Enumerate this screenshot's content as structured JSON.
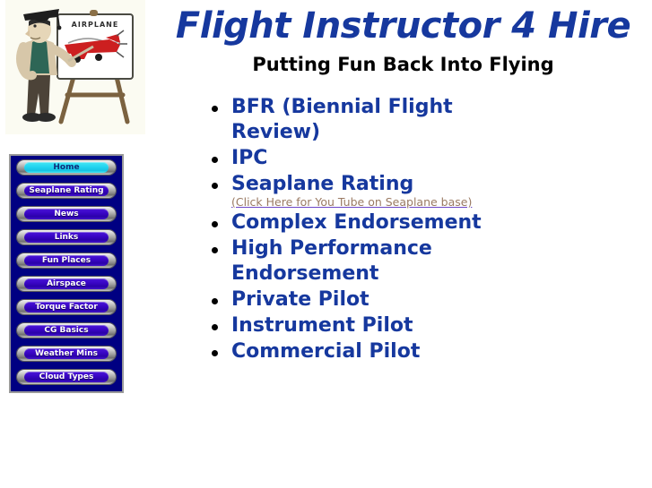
{
  "header": {
    "title": "Flight Instructor 4 Hire",
    "subtitle": "Putting Fun Back Into Flying"
  },
  "illustration": {
    "alt": "flight-instructor-at-easel",
    "board_text": "AIRPLANE"
  },
  "sidebar": {
    "items": [
      {
        "label": "Home",
        "active": true
      },
      {
        "label": "Seaplane Rating",
        "active": false
      },
      {
        "label": "News",
        "active": false
      },
      {
        "label": "Links",
        "active": false
      },
      {
        "label": "Fun Places",
        "active": false
      },
      {
        "label": "Airspace",
        "active": false
      },
      {
        "label": "Torque Factor",
        "active": false
      },
      {
        "label": "CG Basics",
        "active": false
      },
      {
        "label": "Weather Mins",
        "active": false
      },
      {
        "label": "Cloud Types",
        "active": false
      }
    ]
  },
  "services": {
    "items": [
      {
        "label": "BFR (Biennial Flight Review)"
      },
      {
        "label": "IPC"
      },
      {
        "label": "Seaplane Rating",
        "sub_link": "(Click Here for You Tube on Seaplane base)"
      },
      {
        "label": "Complex Endorsement"
      },
      {
        "label": "High Performance Endorsement"
      },
      {
        "label": "Private Pilot"
      },
      {
        "label": "Instrument Pilot"
      },
      {
        "label": "Commercial Pilot"
      }
    ]
  },
  "colors": {
    "heading_blue": "#16389e",
    "panel_navy": "#000082",
    "button_blue": "#3a06c6",
    "button_active_cyan": "#22d4ef",
    "link_brown": "#9a7a63",
    "link_underline_purple": "#6b46c9"
  }
}
